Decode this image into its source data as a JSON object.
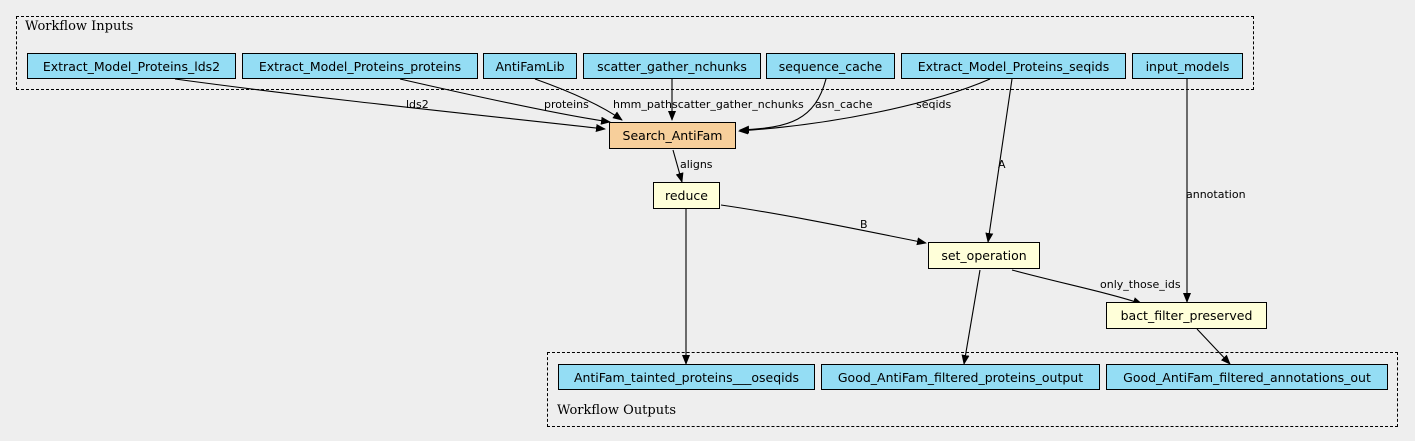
{
  "clusters": {
    "inputs_label": "Workflow Inputs",
    "outputs_label": "Workflow Outputs"
  },
  "nodes": {
    "in_lds2": "Extract_Model_Proteins_lds2",
    "in_proteins": "Extract_Model_Proteins_proteins",
    "in_antifamlib": "AntiFamLib",
    "in_nchunks": "scatter_gather_nchunks",
    "in_seqcache": "sequence_cache",
    "in_seqids": "Extract_Model_Proteins_seqids",
    "in_models": "input_models",
    "search": "Search_AntiFam",
    "reduce": "reduce",
    "setop": "set_operation",
    "bact": "bact_filter_preserved",
    "out_tainted": "AntiFam_tainted_proteins___oseqids",
    "out_proteins": "Good_AntiFam_filtered_proteins_output",
    "out_annotations": "Good_AntiFam_filtered_annotations_out"
  },
  "edge_labels": {
    "lds2": "lds2",
    "proteins": "proteins",
    "hmm_path": "hmm_path",
    "scatter_gather_nchunks": "scatter_gather_nchunks",
    "asn_cache": "asn_cache",
    "seqids": "seqids",
    "aligns": "aligns",
    "A": "A",
    "B": "B",
    "annotation": "annotation",
    "only_those_ids": "only_those_ids"
  },
  "colors": {
    "io_node": "#94ddf4",
    "tool_node": "#ffffd9",
    "main_node": "#f7cf9b",
    "background": "#eeeeee",
    "edge": "#000000"
  }
}
